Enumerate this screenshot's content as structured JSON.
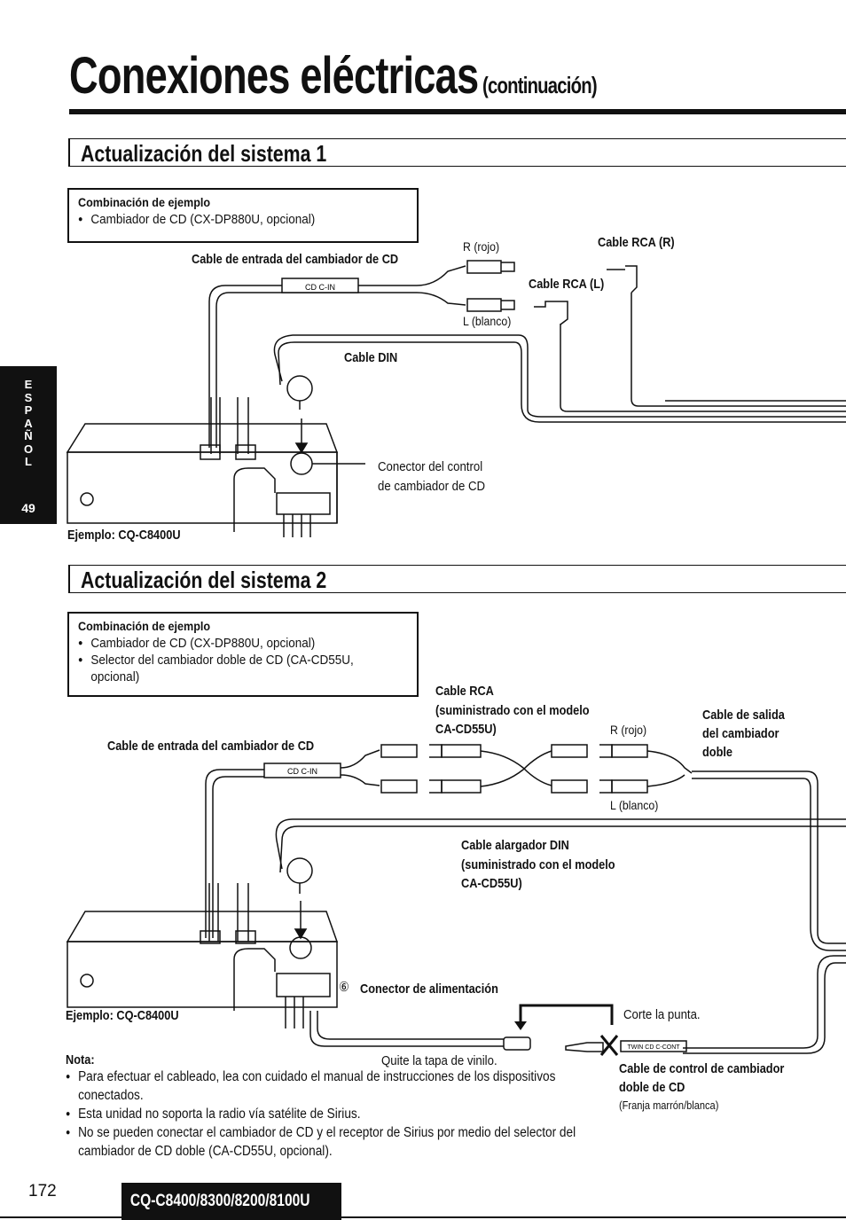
{
  "header": {
    "title": "Conexiones eléctricas",
    "subtitle": "(continuación)"
  },
  "side_tab": {
    "letters": [
      "E",
      "S",
      "P",
      "A",
      "Ñ",
      "O",
      "L"
    ],
    "page": "49"
  },
  "section1": {
    "heading": "Actualización del sistema 1",
    "combo_title": "Combinación de ejemplo",
    "combo_items": [
      "Cambiador de CD (CX-DP880U, opcional)"
    ],
    "labels": {
      "input_cable": "Cable de entrada del cambiador de CD",
      "r_rojo": "R (rojo)",
      "l_blanco": "L (blanco)",
      "rca_r": "Cable RCA (R)",
      "rca_l": "Cable RCA (L)",
      "din": "Cable DIN",
      "connector_line1": "Conector del control",
      "connector_line2": "de cambiador de CD",
      "example": "Ejemplo: CQ-C8400U",
      "cdc_in": "CD C-IN"
    }
  },
  "section2": {
    "heading": "Actualización del sistema 2",
    "combo_title": "Combinación de ejemplo",
    "combo_items": [
      "Cambiador de CD (CX-DP880U, opcional)",
      "Selector del cambiador doble de CD (CA-CD55U,",
      "opcional)"
    ],
    "labels": {
      "rca_line1": "Cable RCA",
      "rca_line2": "(suministrado con el modelo",
      "rca_line3": "CA-CD55U)",
      "r_rojo": "R (rojo)",
      "out_line1": "Cable de salida",
      "out_line2": "del cambiador",
      "out_line3": "doble",
      "input_cable": "Cable de entrada del cambiador de CD",
      "l_blanco": "L (blanco)",
      "din_line1": "Cable alargador DIN",
      "din_line2": "(suministrado con el modelo",
      "din_line3": "CA-CD55U)",
      "power_num": "⑥",
      "power": "Conector de alimentación",
      "example": "Ejemplo: CQ-C8400U",
      "cut_tip": "Corte la punta.",
      "remove_cap": "Quite la tapa de vinilo.",
      "twin_line1": "Cable de control de cambiador",
      "twin_line2": "doble de CD",
      "twin_line3": "(Franja marrón/blanca)",
      "cdc_in": "CD C-IN",
      "twin_conn": "TWIN CD C-CONT"
    }
  },
  "notes": {
    "heading": "Nota:",
    "items": [
      "Para efectuar el cableado, lea con cuidado el manual de instrucciones de los dispositivos conectados.",
      "Esta unidad no soporta la radio vía satélite de Sirius.",
      "No se pueden conectar el cambiador de CD y el receptor de Sirius por medio del selector del cambiador de CD doble (CA-CD55U, opcional)."
    ]
  },
  "footer": {
    "page_number": "172",
    "model": "CQ-C8400/8300/8200/8100U"
  }
}
